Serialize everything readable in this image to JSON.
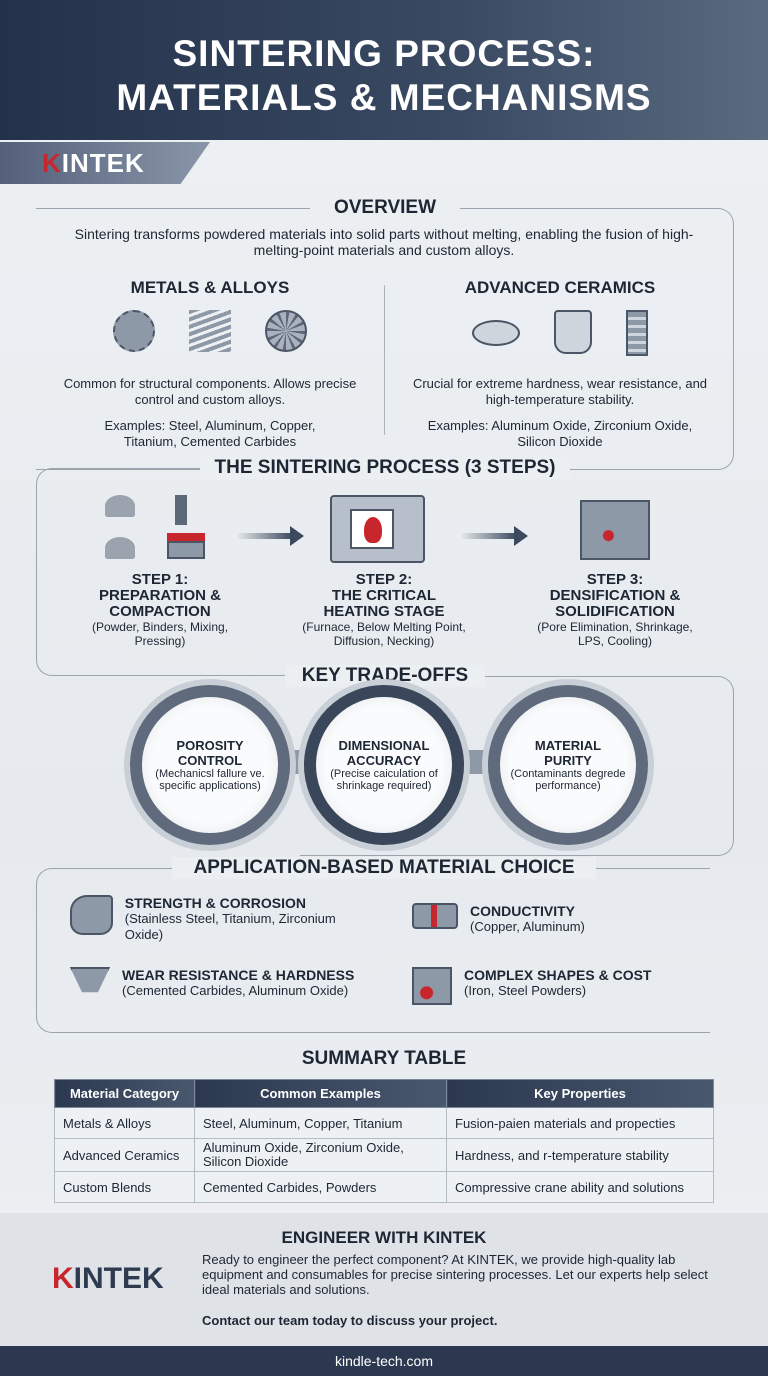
{
  "header": {
    "title_line1": "SINTERING PROCESS:",
    "title_line2": "MATERIALS & MECHANISMS",
    "logo_first": "K",
    "logo_rest": "INTEK"
  },
  "overview": {
    "heading": "OVERVIEW",
    "text": "Sintering transforms powdered materials into solid parts without melting, enabling the fusion of high-melting-point materials and custom alloys.",
    "metals": {
      "heading": "METALS & ALLOYS",
      "icons": [
        "gear-icon",
        "spring-icon",
        "turbine-icon"
      ],
      "description": "Common for structural components. Allows precise control and custom alloys.",
      "examples": "Examples: Steel, Aluminum, Copper, Titanium, Cemented Carbides"
    },
    "ceramics": {
      "heading": "ADVANCED CERAMICS",
      "icons": [
        "disc-icon",
        "crucible-icon",
        "insulator-icon"
      ],
      "description": "Crucial for extreme hardness, wear resistance, and high-temperature stability.",
      "examples": "Examples: Aluminum Oxide, Zirconium Oxide, Silicon Dioxide"
    }
  },
  "process": {
    "heading": "THE SINTERING PROCESS (3 STEPS)",
    "steps": [
      {
        "title1": "STEP 1:",
        "title2": "PREPARATION &",
        "title3": "COMPACTION",
        "details": "(Powder, Binders, Mixing, Pressing)",
        "icon": "powder-press-icon"
      },
      {
        "title1": "STEP 2:",
        "title2": "THE CRITICAL",
        "title3": "HEATING STAGE",
        "details": "(Furnace, Below Melting Point, Diffusion, Necking)",
        "icon": "furnace-icon"
      },
      {
        "title1": "STEP 3:",
        "title2": "DENSIFICATION &",
        "title3": "SOLIDIFICATION",
        "details": "(Pore Elimination, Shrinkage, LPS, Cooling)",
        "icon": "porous-block-icon"
      }
    ]
  },
  "tradeoffs": {
    "heading": "KEY TRADE-OFFS",
    "items": [
      {
        "title": "POROSITY CONTROL",
        "details": "(Mechanicsl fallure ve. specific applications)"
      },
      {
        "title": "DIMENSIONAL ACCURACY",
        "details": "(Precise caiculation of shrinkage required)"
      },
      {
        "title": "MATERIAL PURITY",
        "details": "(Contaminants degrede performance)"
      }
    ]
  },
  "applications": {
    "heading": "APPLICATION-BASED MATERIAL CHOICE",
    "items": [
      {
        "title": "STRENGTH & CORROSION",
        "details": "(Stainless Steel, Titanium, Zirconium Oxide)",
        "icon": "arm-icon"
      },
      {
        "title": "CONDUCTIVITY",
        "details": "(Copper, Aluminum)",
        "icon": "conductor-icon"
      },
      {
        "title": "WEAR RESISTANCE & HARDNESS",
        "details": "(Cemented Carbides, Aluminum Oxide)",
        "icon": "cutting-tool-icon"
      },
      {
        "title": "COMPLEX SHAPES & COST",
        "details": "(Iron, Steel Powders)",
        "icon": "part-icon"
      }
    ]
  },
  "summary": {
    "heading": "SUMMARY TABLE",
    "columns": [
      "Material Category",
      "Common Examples",
      "Key Properties"
    ],
    "rows": [
      [
        "Metals & Alloys",
        "Steel, Aluminum, Copper, Titanium",
        "Fusion-paien materials and propecties"
      ],
      [
        "Advanced Ceramics",
        "Aluminum Oxide, Zirconium Oxide, Silicon Dioxide",
        "Hardness, and r-temperature stability"
      ],
      [
        "Custom Blends",
        "Cemented Carbides, Powders",
        "Compressive crane ability and solutions"
      ]
    ]
  },
  "footer": {
    "heading": "ENGINEER WITH KINTEK",
    "text": "Ready to engineer the perfect component? At KINTEK, we provide high-quality lab equipment and consumables for precise sintering processes. Let our experts help select ideal materials and solutions.",
    "cta": "Contact our team today to discuss your project.",
    "url": "kindle-tech.com"
  },
  "colors": {
    "navy": "#2b3850",
    "accent_red": "#c8262d"
  }
}
